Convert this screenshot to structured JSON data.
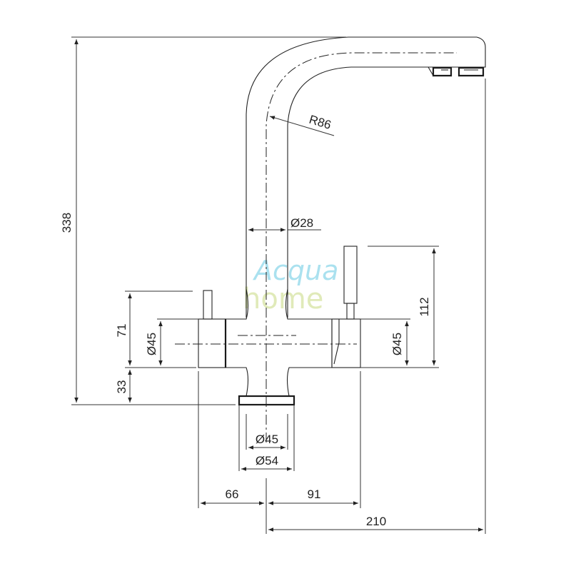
{
  "dimensions": {
    "total_height": "338",
    "spout_radius": "R86",
    "body_diameter": "Ø28",
    "handle_height": "112",
    "left_height": "71",
    "left_diameter": "Ø45",
    "right_diameter": "Ø45",
    "base_height": "33",
    "base_inner_diameter": "Ø45",
    "base_outer_diameter": "Ø54",
    "left_offset": "66",
    "right_offset": "91",
    "reach": "210"
  },
  "watermark": {
    "line1": "Acqua",
    "line2": "home"
  },
  "colors": {
    "line": "#222222",
    "watermark_blue": "#8ed8ea",
    "watermark_green": "#d9e6a8"
  }
}
